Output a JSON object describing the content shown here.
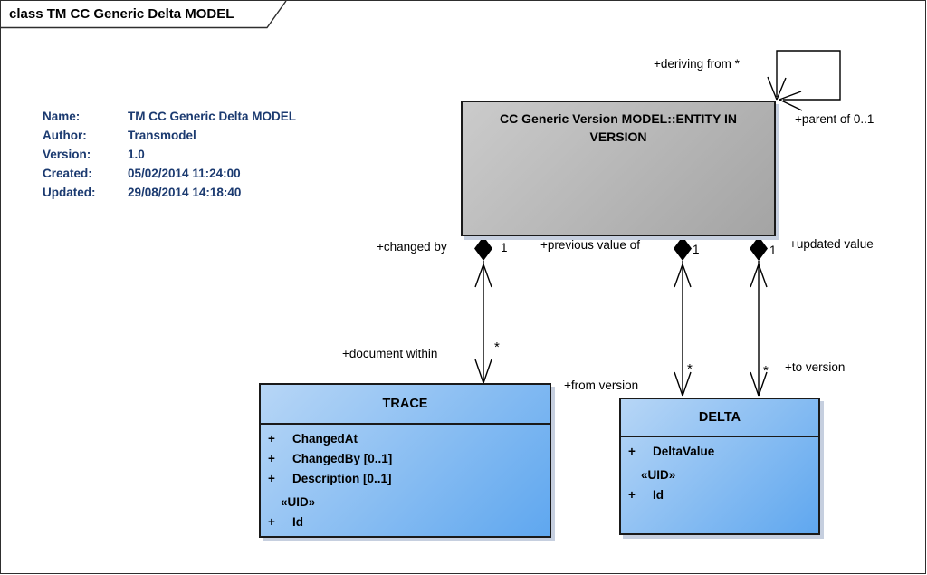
{
  "frame": {
    "label": "class TM CC Generic Delta MODEL"
  },
  "info": {
    "rows": [
      {
        "label": "Name:",
        "value": "TM CC Generic Delta MODEL"
      },
      {
        "label": "Author:",
        "value": "Transmodel"
      },
      {
        "label": "Version:",
        "value": "1.0"
      },
      {
        "label": "Created:",
        "value": "05/02/2014 11:24:00"
      },
      {
        "label": "Updated:",
        "value": "29/08/2014 14:18:40"
      }
    ]
  },
  "classes": {
    "entity": {
      "title": "CC Generic Version MODEL::ENTITY IN VERSION"
    },
    "trace": {
      "title": "TRACE",
      "attributes": [
        {
          "vis": "+",
          "name": "ChangedAt"
        },
        {
          "vis": "+",
          "name": "ChangedBy [0..1]"
        },
        {
          "vis": "+",
          "name": "Description [0..1]"
        }
      ],
      "stereotype": "«UID»",
      "id_attribute": {
        "vis": "+",
        "name": "Id"
      }
    },
    "delta": {
      "title": "DELTA",
      "attributes": [
        {
          "vis": "+",
          "name": "DeltaValue"
        }
      ],
      "stereotype": "«UID»",
      "id_attribute": {
        "vis": "+",
        "name": "Id"
      }
    }
  },
  "connectors": {
    "self_association": {
      "role_source": "+deriving from *",
      "role_target": "+parent of 0..1"
    },
    "changed_by": {
      "label": "+changed by",
      "mult_target": "1",
      "label_source": "+document within",
      "mult_source": "*"
    },
    "previous_value_of": {
      "label": "+previous value of",
      "mult_target": "1",
      "label_source": "+from version",
      "mult_source": "*"
    },
    "updated_value": {
      "label": "+updated value",
      "mult_target": "1",
      "label_source": "+to version",
      "mult_source": "*"
    }
  },
  "colors": {
    "info_text": "#1b3a70",
    "box_border": "#1a1a1a",
    "entity_light": "#cbcbcb",
    "entity_dark": "#a4a4a4",
    "class_light": "#b7d6f6",
    "class_dark": "#5fa7ef",
    "shadow": "#c6cfdf",
    "line": "#000000"
  }
}
